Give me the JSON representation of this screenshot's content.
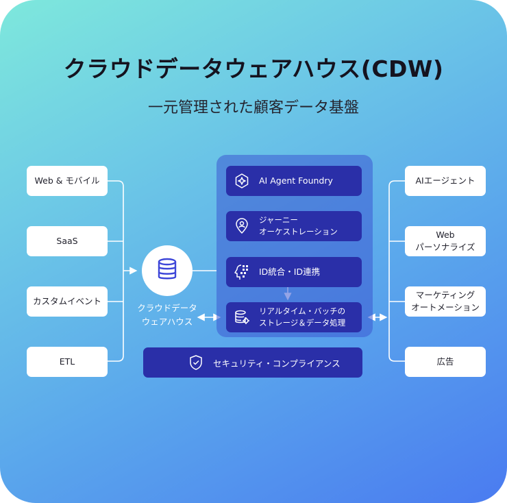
{
  "title": "クラウドデータウェアハウス(CDW)",
  "subtitle": "一元管理された顧客データ基盤",
  "sources": [
    "Web & モバイル",
    "SaaS",
    "カスタムイベント",
    "ETL"
  ],
  "hub": {
    "label_line1": "クラウドデータ",
    "label_line2": "ウェアハウス",
    "icon": "database-icon"
  },
  "modules": [
    {
      "label": "AI Agent Foundry",
      "icon": "ai-agent-icon"
    },
    {
      "label_line1": "ジャーニー",
      "label_line2": "オーケストレーション",
      "icon": "person-location-icon"
    },
    {
      "label": "ID統合・ID連携",
      "icon": "ai-head-icon"
    },
    {
      "label_line1": "リアルタイム・バッチの",
      "label_line2": "ストレージ＆データ処理",
      "icon": "database-gear-icon"
    }
  ],
  "security": {
    "label": "セキュリティ・コンプライアンス",
    "icon": "shield-check-icon"
  },
  "outputs": [
    {
      "line1": "AIエージェント",
      "line2": ""
    },
    {
      "line1": "Web",
      "line2": "パーソナライズ"
    },
    {
      "line1": "マーケティング",
      "line2": "オートメーション"
    },
    {
      "line1": "広告",
      "line2": ""
    }
  ],
  "colors": {
    "module_bg": "#2a2fa8",
    "panel_bg": "#3c5ad2",
    "icon_accent": "#3d46d8",
    "gradient_start": "#7ee8dc",
    "gradient_end": "#4a7bf0"
  }
}
